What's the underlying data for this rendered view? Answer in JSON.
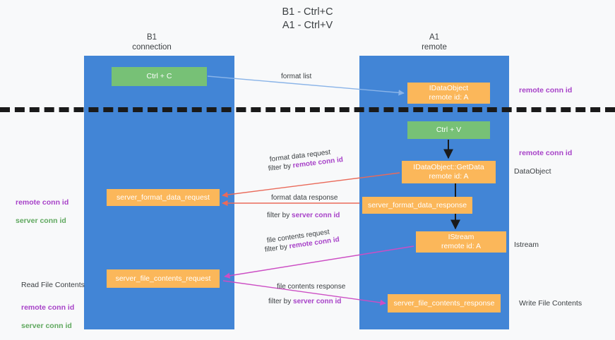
{
  "title": "B1 - Ctrl+C\nA1 - Ctrl+V",
  "lanes": [
    {
      "id": "b1",
      "label": "B1\nconnection",
      "color": "#4285d6"
    },
    {
      "id": "a1",
      "label": "A1\nremote",
      "color": "#4285d6"
    }
  ],
  "colors": {
    "lane": "#4285d6",
    "green_node": "#77c176",
    "orange_node": "#fbb75a",
    "remote_conn_id": "#a742c8",
    "server_conn_id": "#5fa85e",
    "arrow_blue": "#8ab4e8",
    "arrow_red": "#ea6a5a",
    "arrow_pink": "#cc4ec4",
    "arrow_black": "#1a1a1a",
    "divider": "#1a1a1a",
    "background": "#f8f9fa",
    "text": "#3c4043"
  },
  "nodes": {
    "ctrl_c": "Ctrl + C",
    "idataobject": "IDataObject\nremote id: A",
    "ctrl_v": "Ctrl + V",
    "getdata": "IDataObject::GetData\nremote id: A",
    "server_format_data_request": "server_format_data_request",
    "server_format_data_response": "server_format_data_response",
    "istream": "IStream\nremote id: A",
    "server_file_contents_request": "server_file_contents_request",
    "server_file_contents_response": "server_file_contents_response"
  },
  "edge_labels": {
    "format_list": "format list",
    "format_data_request": "format data request",
    "format_data_request_filter_prefix": "filter by ",
    "format_data_request_filter_key": "remote conn id",
    "format_data_response": "format data response",
    "format_data_response_filter_prefix": "filter by ",
    "format_data_response_filter_key": "server conn id",
    "file_contents_request": "file contents request",
    "file_contents_request_filter_prefix": "filter by ",
    "file_contents_request_filter_key": "remote conn id",
    "file_contents_response": "file contents response",
    "file_contents_response_filter_prefix": "filter by ",
    "file_contents_response_filter_key": "server conn id"
  },
  "annotations": {
    "remote_conn_id_top": "remote conn id",
    "remote_conn_id_mid": "remote conn id",
    "dataobject": "DataObject",
    "istream": "Istream",
    "write_file_contents": "Write File Contents",
    "read_file_contents": "Read File Contents",
    "left_mid_remote": "remote conn id",
    "left_mid_server": "server conn id",
    "left_bottom_remote": "remote conn id",
    "left_bottom_server": "server conn id"
  }
}
